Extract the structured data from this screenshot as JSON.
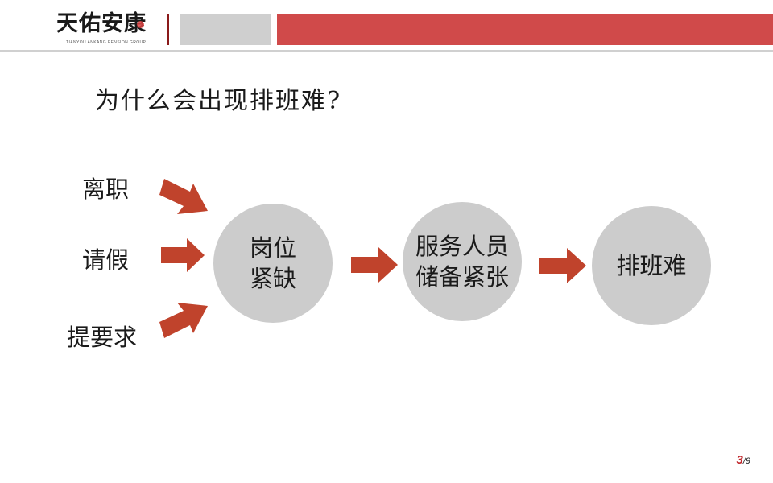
{
  "header": {
    "logo_text": "天佑安康",
    "logo_subtext": "TIANYOU ANKANG PENSION GROUP",
    "colors": {
      "banner_red": "#d04a4a",
      "grey_block": "#cfcfcf",
      "divider": "#8a1a1a"
    }
  },
  "slide": {
    "question": "为什么会出现排班难?",
    "causes": [
      "离职",
      "请假",
      "提要求"
    ],
    "flow": [
      {
        "label": "岗位\n紧缺"
      },
      {
        "label": "服务人员\n储备紧张"
      },
      {
        "label": "排班难"
      }
    ],
    "arrow_color": "#c0432c",
    "circle_color": "#cccccc"
  },
  "page_number": {
    "current": "3",
    "total": "/9"
  }
}
